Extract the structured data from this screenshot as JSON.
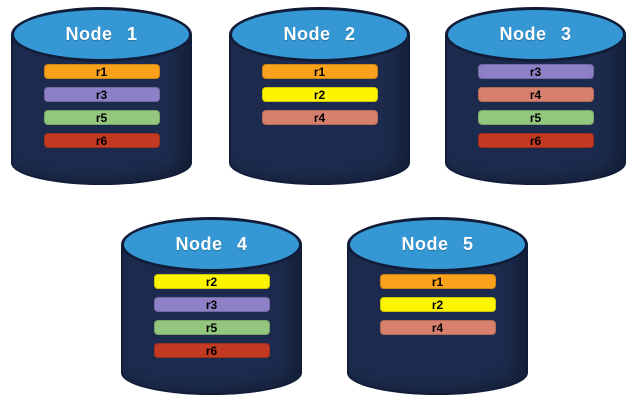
{
  "diagram": {
    "description": "Replica distribution across five database nodes",
    "cylinder": {
      "body_color": "#1C2B4D",
      "top_color": "#3598D5",
      "border_color": "#111D38",
      "label_color": "#FFFFFF"
    },
    "replica_palette": {
      "r1": "#F9A11B",
      "r2": "#FDF500",
      "r3": "#8E80C6",
      "r4": "#D8806E",
      "r5": "#94C77E",
      "r6": "#C23A21"
    },
    "nodes": [
      {
        "label": "Node 1",
        "replicas": [
          "r1",
          "r3",
          "r5",
          "r6"
        ]
      },
      {
        "label": "Node 2",
        "replicas": [
          "r1",
          "r2",
          "r4"
        ]
      },
      {
        "label": "Node 3",
        "replicas": [
          "r3",
          "r4",
          "r5",
          "r6"
        ]
      },
      {
        "label": "Node 4",
        "replicas": [
          "r2",
          "r3",
          "r5",
          "r6"
        ]
      },
      {
        "label": "Node 5",
        "replicas": [
          "r1",
          "r2",
          "r4"
        ]
      }
    ]
  }
}
